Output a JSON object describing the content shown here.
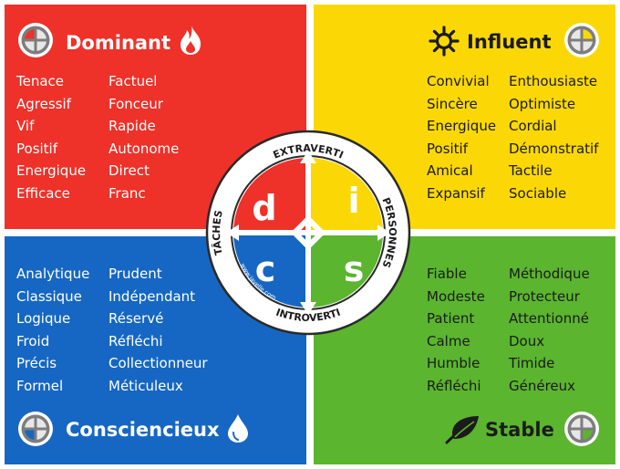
{
  "quadrants": {
    "dominant": {
      "title": "Dominant",
      "traits_left": [
        "Tenace",
        "Agressif",
        "Vif",
        "Positif",
        "Energique",
        "Efficace"
      ],
      "traits_right": [
        "Factuel",
        "Fonceur",
        "Rapide",
        "Autonome",
        "Direct",
        "Franc"
      ],
      "color": "#ee3129"
    },
    "influent": {
      "title": "Influent",
      "traits_left": [
        "Convivial",
        "Sincère",
        "Energique",
        "Positif",
        "Amical",
        "Expansif"
      ],
      "traits_right": [
        "Enthousiaste",
        "Optimiste",
        "Cordial",
        "Démonstratif",
        "Tactile",
        "Sociable"
      ],
      "color": "#fbd805"
    },
    "consciencieux": {
      "title": "Consciencieux",
      "traits_left": [
        "Analytique",
        "Classique",
        "Logique",
        "Froid",
        "Précis",
        "Formel"
      ],
      "traits_right": [
        "Prudent",
        "Indépendant",
        "Réservé",
        "Réfléchi",
        "Collectionneur",
        "Méticuleux"
      ],
      "color": "#1667c3"
    },
    "stable": {
      "title": "Stable",
      "traits_left": [
        "Fiable",
        "Modeste",
        "Patient",
        "Calme",
        "Humble",
        "Réfléchi"
      ],
      "traits_right": [
        "Méthodique",
        "Protecteur",
        "Attentionné",
        "Doux",
        "Timide",
        "Généreux"
      ],
      "color": "#5bb52f"
    }
  },
  "wheel": {
    "letters": {
      "d": "d",
      "i": "i",
      "c": "c",
      "s": "s"
    },
    "axes": {
      "top": "EXTRAVERTI",
      "bottom": "INTROVERTI",
      "left": "TÂCHES",
      "right": "PERSONNES"
    },
    "url": "www.javelle.com"
  },
  "icons": {
    "dominant": "flame-icon",
    "influent": "sun-icon",
    "consciencieux": "water-drop-icon",
    "stable": "leaf-icon",
    "quadrant_badge": "disc-badge-icon"
  }
}
